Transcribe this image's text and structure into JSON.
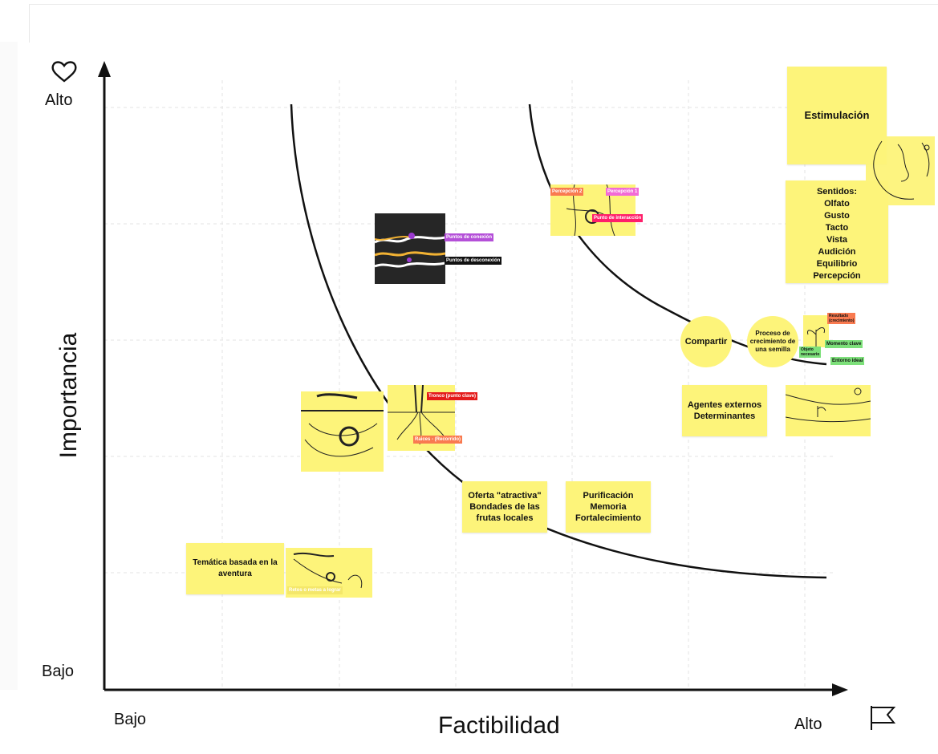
{
  "axes": {
    "y_title": "Importancia",
    "x_title": "Factibilidad",
    "y_high": "Alto",
    "y_low": "Bajo",
    "x_low": "Bajo",
    "x_high": "Alto",
    "y_icon": "heart-icon",
    "x_icon": "flag-icon"
  },
  "stickies": {
    "estimulacion": "Estimulación",
    "sentidos": "Sentidos:\nOlfato\nGusto\nTacto\nVista\nAudición\nEquilibrio\nPercepción",
    "agentes": "Agentes externos\nDeterminantes",
    "oferta": "Oferta \"atractiva\"\nBondades de las\nfrutas locales",
    "purificacion": "Purificación\nMemoria\nFortalecimiento",
    "tematica": "Temática basada en la\naventura"
  },
  "circles": {
    "compartir": "Compartir",
    "proceso": "Proceso de\ncrecimiento de\nuna semilla"
  },
  "tags": {
    "puntos_conexion": "Puntos de conexión",
    "puntos_desconexion": "Puntos de desconexión",
    "percepcion2": "Percepción 2",
    "percepcion1": "Percepción 1",
    "punto_interaccion": "Punto de interacción",
    "tronco": "Tronco (punto clave)",
    "raices": "Raices - (Recorrido)",
    "retos": "Retos o metas a lograr",
    "resultado": "Resultado\n(crecimiento)",
    "momento": "Momento clave",
    "objeto": "Objeto\nnecesario",
    "entorno": "Entorno ideal"
  },
  "colors": {
    "sticky": "#fdf47a",
    "magenta": "#ff1f6a",
    "purple": "#b44fd8",
    "orange": "#f97a50",
    "red": "#e41b1b",
    "green": "#7de07a",
    "pink": "#f26ad6"
  }
}
